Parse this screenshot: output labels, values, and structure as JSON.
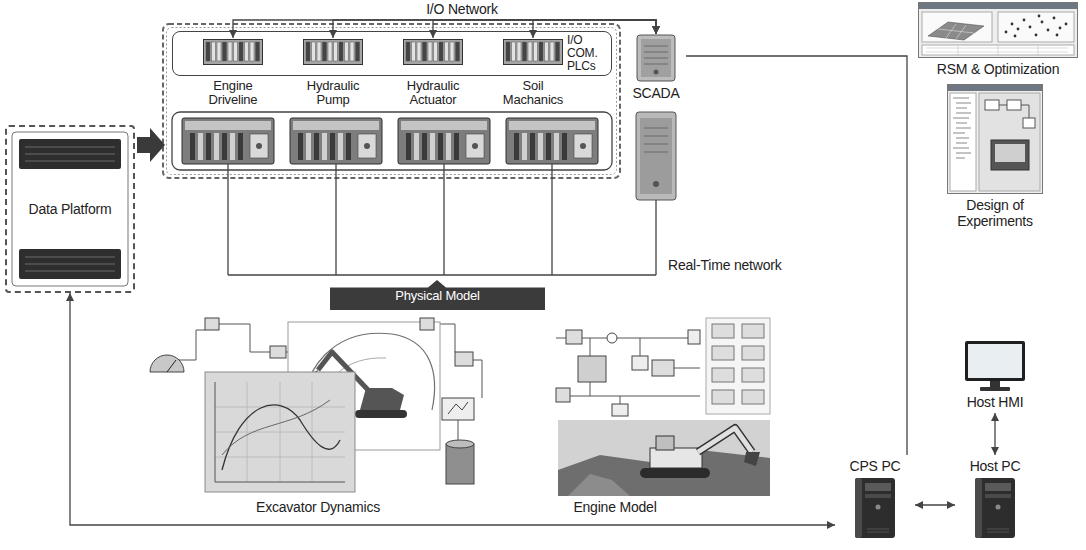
{
  "diagram": {
    "nodes": [
      {
        "text": [
          "I/O COM. PLCs"
        ]
      },
      {
        "text": [
          "Engine Driveline"
        ],
        "in": 0
      },
      {
        "text": [
          "Hydraulic Pump"
        ],
        "in": 0
      },
      {
        "text": [
          "Hydraulic Actuator"
        ],
        "in": 0
      },
      {
        "text": [
          "Soil Machanics"
        ],
        "in": 0
      },
      {
        "text": [
          "SCADA"
        ]
      },
      {
        "text": [
          "RSM & Optimization"
        ]
      },
      {
        "text": [
          "Design of Experiments"
        ]
      },
      {
        "text": [
          "Data Platform"
        ]
      },
      {
        "text": [
          "Physical Model"
        ]
      },
      {
        "text": [
          "Host HMI"
        ]
      },
      {
        "text": [
          "CPS PC"
        ]
      },
      {
        "text": [
          "Host PC"
        ]
      }
    ],
    "edges": [
      {
        "from": 5,
        "to": 1,
        "arrow": "both"
      },
      {
        "from": 5,
        "to": 2,
        "arrow": "both"
      },
      {
        "from": 5,
        "to": 3,
        "arrow": "both"
      },
      {
        "from": 5,
        "to": 4,
        "arrow": "both"
      },
      {
        "from": 5,
        "to": 11,
        "arrow": "none"
      },
      {
        "from": 8,
        "to": 11,
        "arrow": "both"
      },
      {
        "from": 11,
        "to": 12,
        "arrow": "both"
      },
      {
        "from": 12,
        "to": 10,
        "arrow": "both"
      }
    ],
    "labels": [
      "I/O Network",
      "Real-Time network",
      "Excavator Dynamics",
      "Engine Model"
    ]
  }
}
